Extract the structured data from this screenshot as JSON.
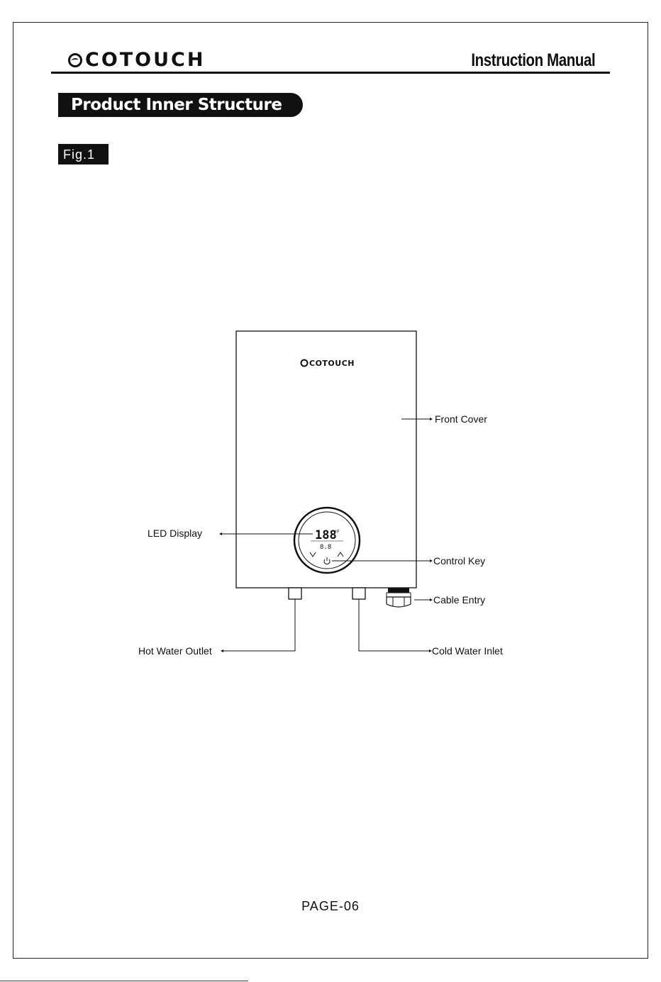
{
  "header": {
    "brand": "COTOUCH",
    "manual_title": "Instruction Manual"
  },
  "section": {
    "title": "Product Inner Structure",
    "figure_tag": "Fig.1"
  },
  "device": {
    "brand": "COTOUCH",
    "display": {
      "main_reading": "188",
      "unit": "°F",
      "secondary_reading": "8.8"
    }
  },
  "callouts": {
    "front_cover": "Front Cover",
    "led_display": "LED Display",
    "control_key": "Control Key",
    "cable_entry": "Cable Entry",
    "hot_water_outlet": "Hot Water Outlet",
    "cold_water_inlet": "Cold Water Inlet"
  },
  "footer": {
    "page": "PAGE-06"
  },
  "colors": {
    "ink": "#111111",
    "paper": "#ffffff"
  }
}
